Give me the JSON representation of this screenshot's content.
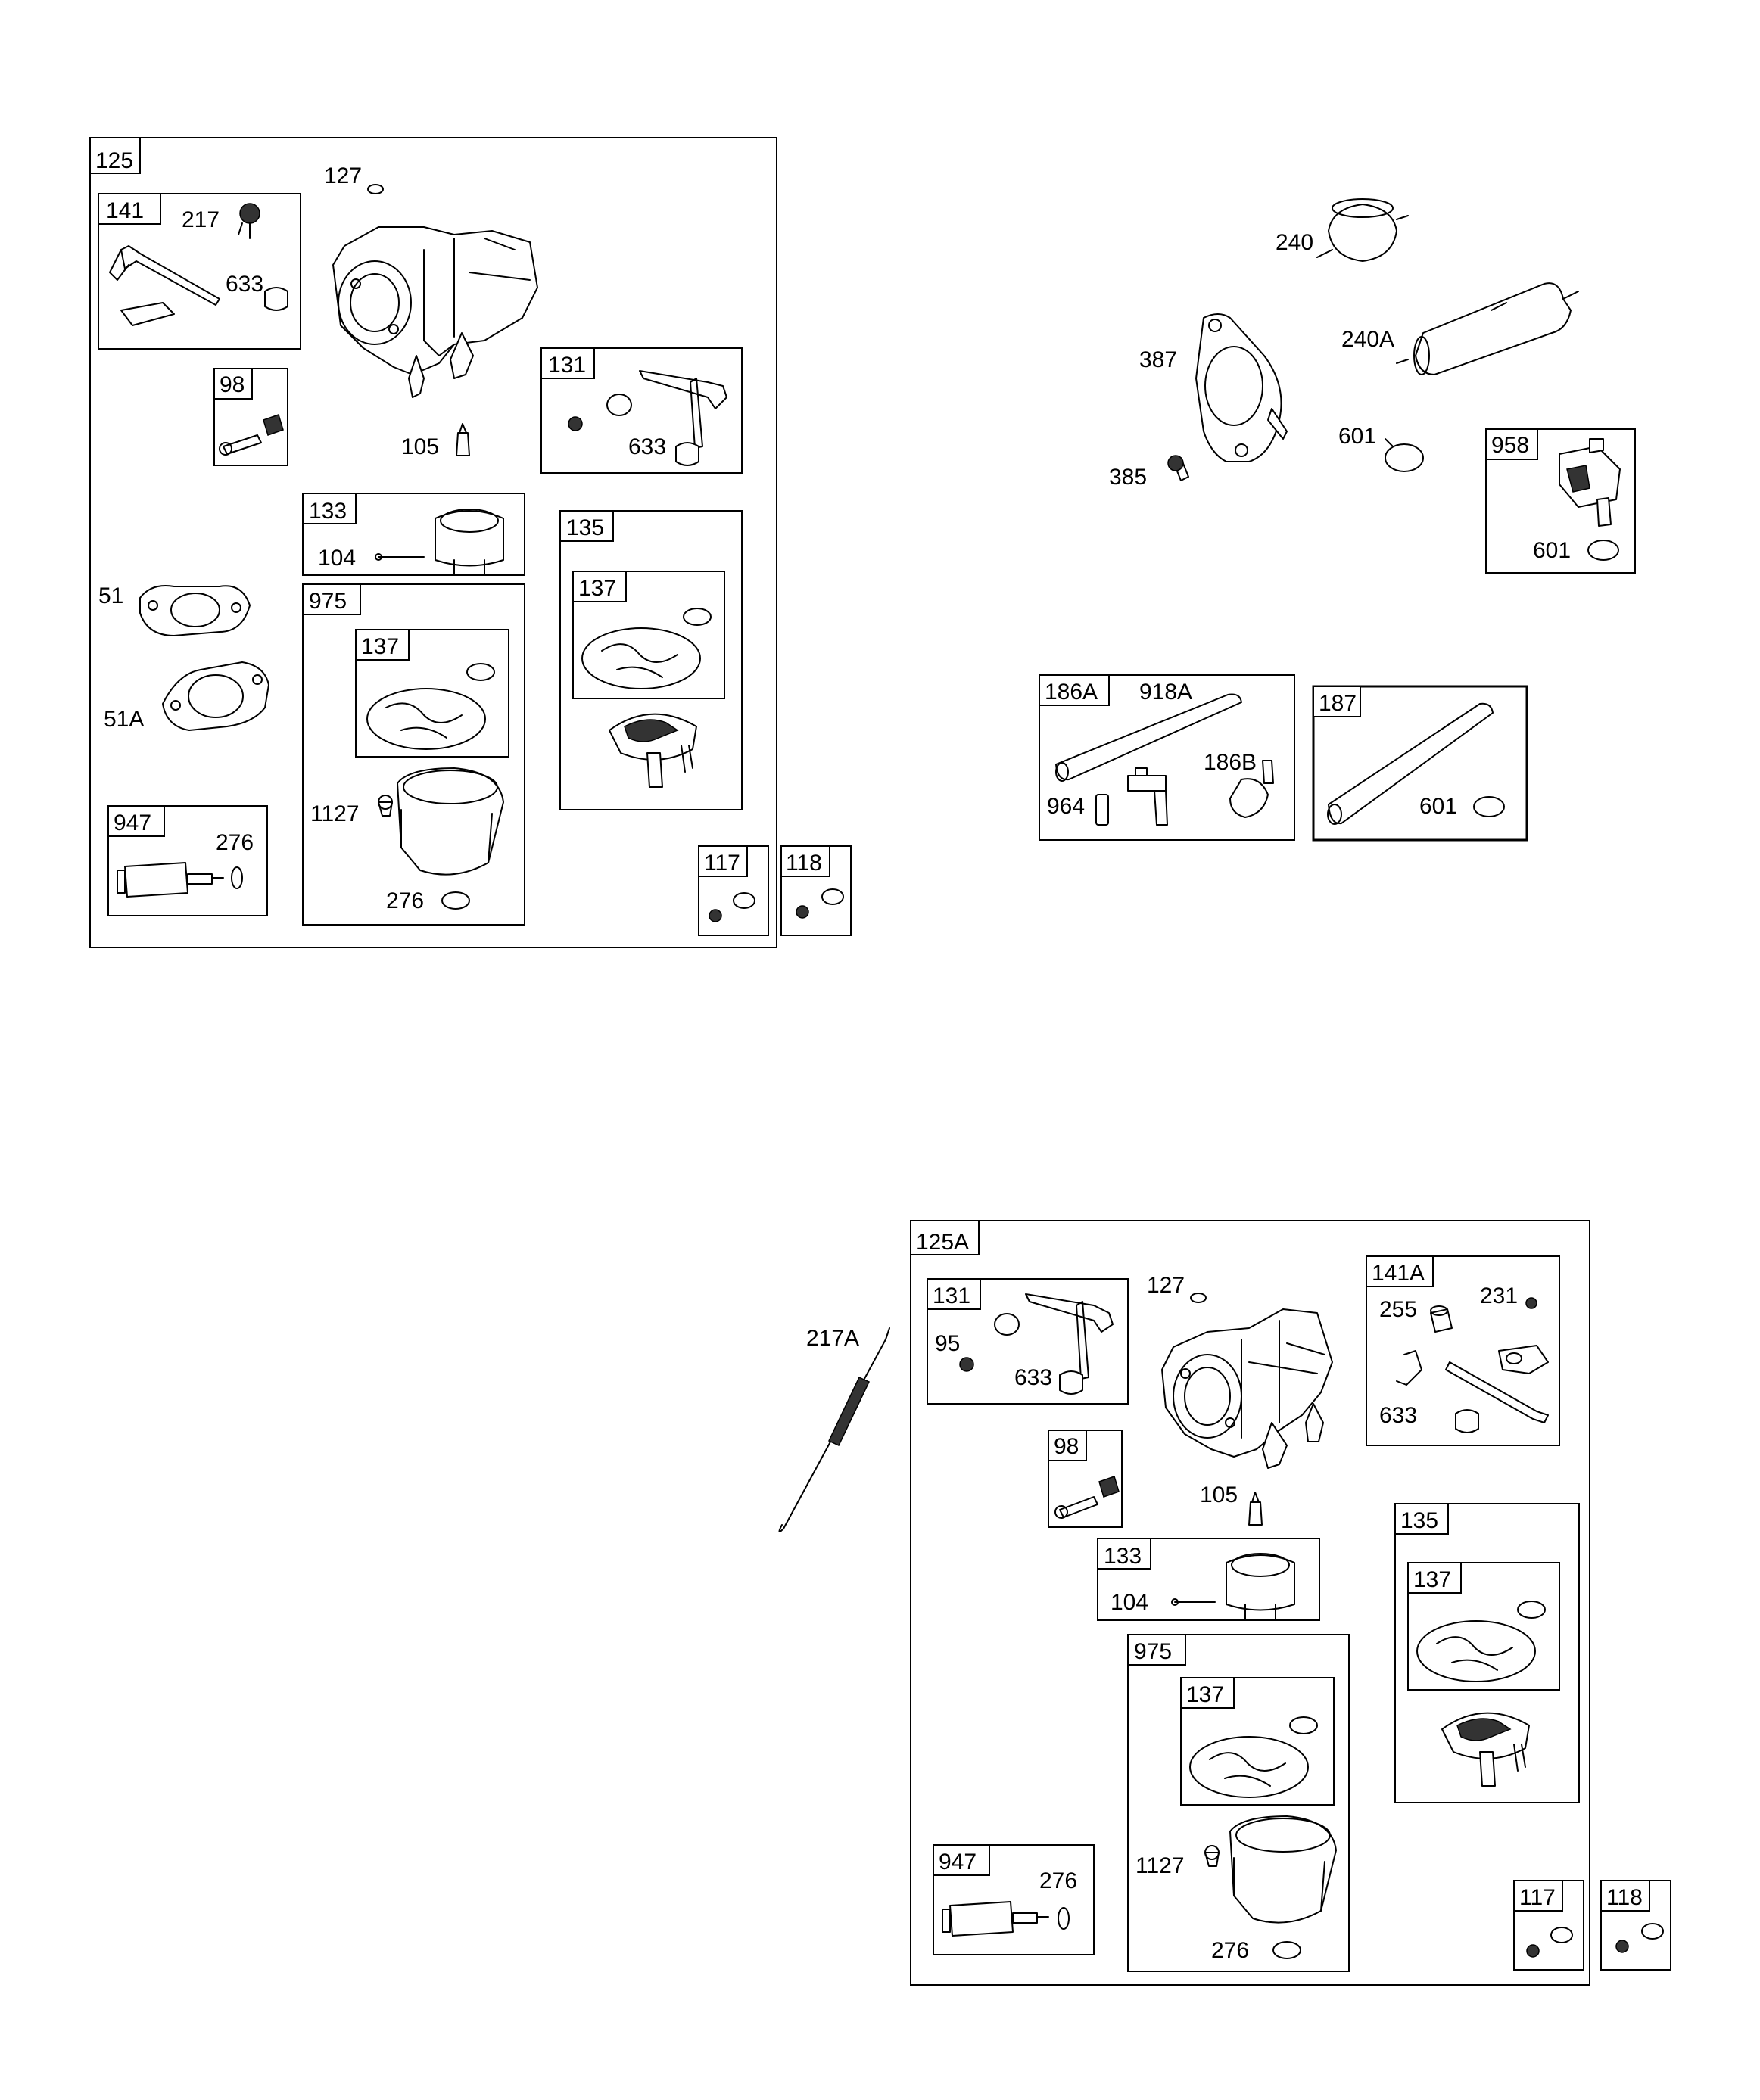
{
  "groups": {
    "g125": "125",
    "g141": "141",
    "g98": "98",
    "g131": "131",
    "g133": "133",
    "g135": "135",
    "g137a": "137",
    "g975": "975",
    "g137b": "137",
    "g947": "947",
    "g117": "117",
    "g118": "118",
    "g958": "958",
    "g186A": "186A",
    "g187": "187",
    "g125A": "125A",
    "g131b": "131",
    "g141A": "141A",
    "g98b": "98",
    "g133b": "133",
    "g135b": "135",
    "g137c": "137",
    "g975b": "975",
    "g137d": "137",
    "g947b": "947",
    "g117b": "117",
    "g118b": "118"
  },
  "parts": {
    "p127": "127",
    "p217": "217",
    "p633a": "633",
    "p105": "105",
    "p633b": "633",
    "p104": "104",
    "p51": "51",
    "p51A": "51A",
    "p1127": "1127",
    "p276a": "276",
    "p276b": "276",
    "p240": "240",
    "p240A": "240A",
    "p387": "387",
    "p385": "385",
    "p601a": "601",
    "p601b": "601",
    "p918A": "918A",
    "p186B": "186B",
    "p964": "964",
    "p601c": "601",
    "p217A": "217A",
    "p127b": "127",
    "p95": "95",
    "p633c": "633",
    "p255": "255",
    "p231": "231",
    "p633d": "633",
    "p105b": "105",
    "p104b": "104",
    "p1127b": "1127",
    "p276c": "276",
    "p276d": "276"
  }
}
